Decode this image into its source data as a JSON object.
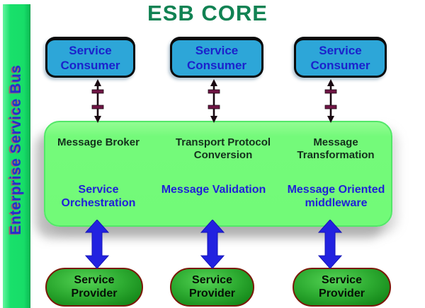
{
  "title": "ESB CORE",
  "sidebar": {
    "label": "Enterprise Service Bus"
  },
  "consumers": [
    {
      "label": "Service Consumer"
    },
    {
      "label": "Service Consumer"
    },
    {
      "label": "Service Consumer"
    }
  ],
  "esb": {
    "functions_top": [
      {
        "label": "Message Broker"
      },
      {
        "label": "Transport Protocol Conversion"
      },
      {
        "label": "Message Transformation"
      }
    ],
    "functions_bottom": [
      {
        "label": "Service Orchestration"
      },
      {
        "label": "Message Validation"
      },
      {
        "label": "Message Oriented middleware"
      }
    ]
  },
  "providers": [
    {
      "label": "Service Provider"
    },
    {
      "label": "Service Provider"
    },
    {
      "label": "Service Provider"
    }
  ],
  "icons": {
    "consumer_connector": "plug-double-arrow-icon",
    "provider_connector": "double-headed-arrow-icon"
  },
  "colors": {
    "title_green": "#118253",
    "sidebar_green": "#19e06b",
    "sidebar_text_blue": "#2330cc",
    "consumer_fill": "#2da6d8",
    "consumer_text": "#1b22cc",
    "esb_box_fill": "#72fa78",
    "esb_text_dark": "#14301c",
    "esb_text_blue": "#1f1fd9",
    "provider_green_light": "#55d455",
    "provider_green_dark": "#0b7a10",
    "provider_border": "#7a1808",
    "arrow_blue": "#2222e0",
    "connector_dark": "#1a0a12",
    "connector_bar_maroon": "#701545"
  }
}
